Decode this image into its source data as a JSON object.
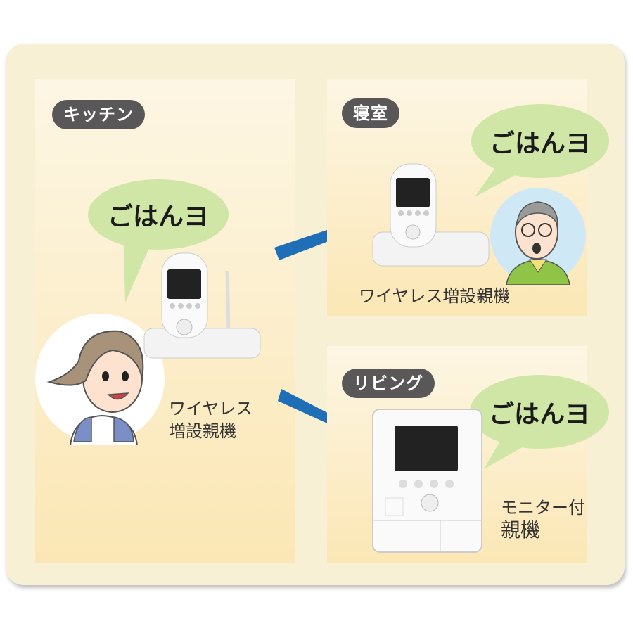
{
  "rooms": {
    "kitchen": {
      "label": "キッチン",
      "speech": "ごはんヨ",
      "device_line1": "ワイヤレス",
      "device_line2": "増設親機"
    },
    "bedroom": {
      "label": "寝室",
      "speech": "ごはんヨ",
      "device_caption": "ワイヤレス増設親機"
    },
    "living": {
      "label": "リビング",
      "speech": "ごはんヨ",
      "device_line1": "モニター付",
      "device_line2": "親機"
    }
  },
  "colors": {
    "frame": "#f7f0d4",
    "panel_top": "#fdf6e4",
    "panel_bottom": "#fbe7b5",
    "bubble": "#cfe6a6",
    "tag": "#595757",
    "arrow": "#1f6fb8"
  },
  "icons": [
    "woman-avatar-icon",
    "man-avatar-icon",
    "handset-device-icon",
    "monitor-device-icon",
    "arrow-icon"
  ]
}
